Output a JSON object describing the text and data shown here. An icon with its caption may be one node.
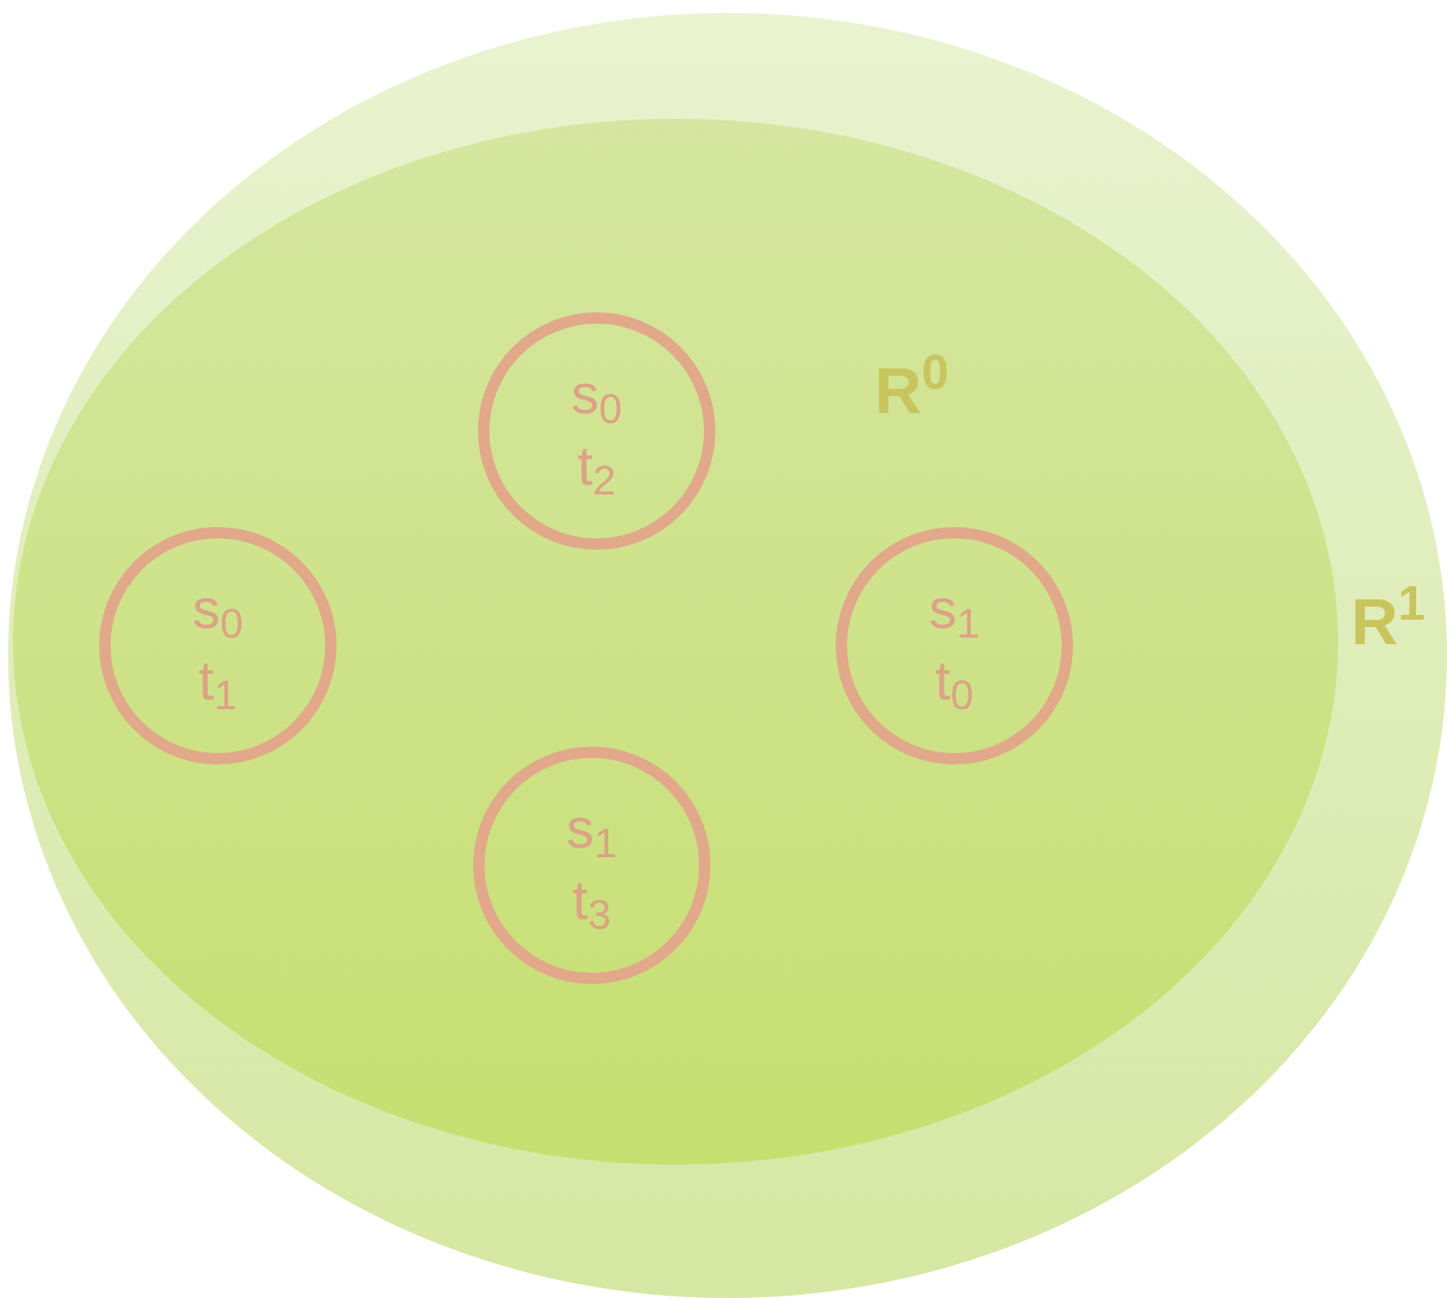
{
  "diagram": {
    "nodes": [
      {
        "text": [
          "R$^{1}$"
        ]
      },
      {
        "text": [
          "R$^{0}$"
        ],
        "in": 0
      },
      {
        "text": [
          "s$_{0}$",
          "t$_{2}$"
        ],
        "in": 1
      },
      {
        "text": [
          "s$_{0}$",
          "t$_{1}$"
        ],
        "in": 1
      },
      {
        "text": [
          "s$_{1}$",
          "t$_{0}$"
        ],
        "in": 1
      },
      {
        "text": [
          "s$_{1}$",
          "t$_{3}$"
        ],
        "in": 1
      }
    ]
  }
}
